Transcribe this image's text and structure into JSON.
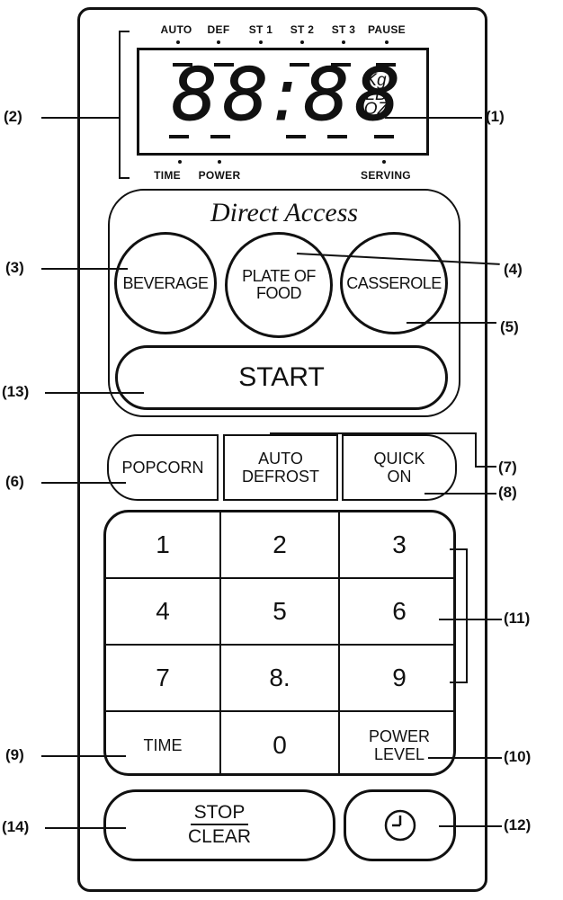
{
  "indicators_top": [
    "AUTO",
    "DEF",
    "ST 1",
    "ST 2",
    "ST 3",
    "PAUSE"
  ],
  "indicators_bottom": [
    "TIME",
    "POWER",
    "SERVING"
  ],
  "display": {
    "digits": "88:88",
    "units": [
      "Kg",
      "LB",
      "OZ"
    ]
  },
  "direct_access": {
    "title": "Direct Access",
    "beverage": "BEVERAGE",
    "plate_of_food": "PLATE OF\nFOOD",
    "casserole": "CASSEROLE"
  },
  "start_label": "START",
  "row_buttons": {
    "popcorn": "POPCORN",
    "auto_defrost": "AUTO\nDEFROST",
    "quick_on": "QUICK\nON"
  },
  "keypad": {
    "keys": [
      "1",
      "2",
      "3",
      "4",
      "5",
      "6",
      "7",
      "8.",
      "9"
    ],
    "time": "TIME",
    "zero": "0",
    "power_level": "POWER\nLEVEL"
  },
  "stop_clear": {
    "top": "STOP",
    "bottom": "CLEAR"
  },
  "callouts": [
    "(1)",
    "(2)",
    "(3)",
    "(4)",
    "(5)",
    "(6)",
    "(7)",
    "(8)",
    "(9)",
    "(10)",
    "(11)",
    "(12)",
    "(13)",
    "(14)"
  ]
}
